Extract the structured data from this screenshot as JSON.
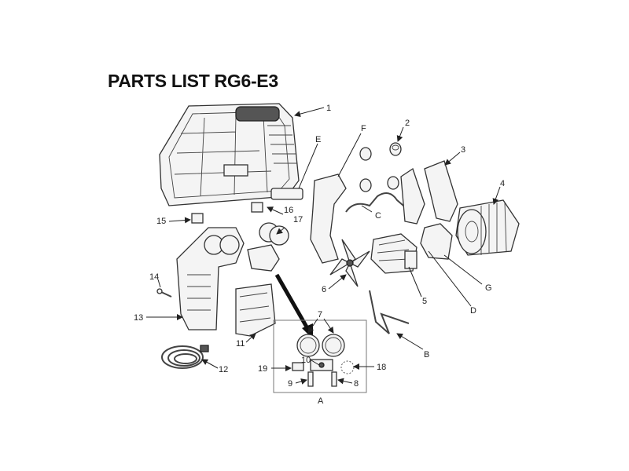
{
  "title": "PARTS LIST RG6-E3",
  "callouts": {
    "c1": "1",
    "c2": "2",
    "c3": "3",
    "c4": "4",
    "c5": "5",
    "c6": "6",
    "c7": "7",
    "c8": "8",
    "c9": "9",
    "c10": "10",
    "c11": "11",
    "c12": "12",
    "c13": "13",
    "c14": "14",
    "c15": "15",
    "c16": "16",
    "c17": "17",
    "c18": "18",
    "c19": "19",
    "cA": "A",
    "cB": "B",
    "cC": "C",
    "cD": "D",
    "cE": "E",
    "cF": "F",
    "cG": "G"
  }
}
